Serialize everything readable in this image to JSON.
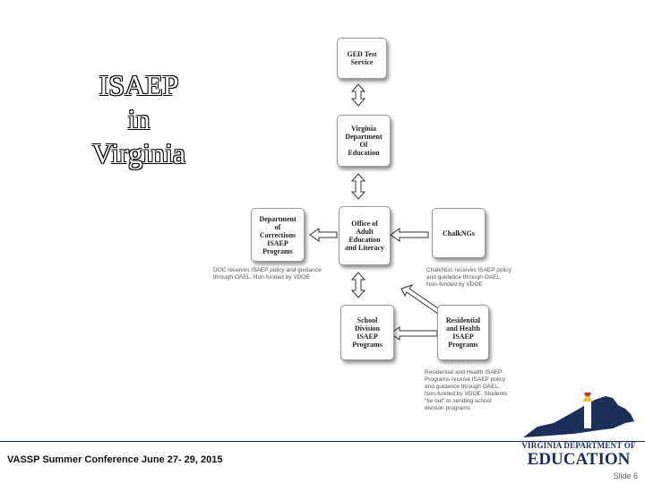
{
  "title": {
    "line1": "ISAEP",
    "line2": "in",
    "line3": "Virginia"
  },
  "boxes": {
    "ged": "GED Test\nService",
    "vdoe": "Virginia\nDepartment\nOf\nEducation",
    "oael": "Office of\nAdult\nEducation\nand Literacy",
    "doc": "Department\nof\nCorrections\nISAEP\nPrograms",
    "chalkngs": "ChalkNGs",
    "school": "School\nDivision\nISAEP\nPrograms",
    "residential": "Residential\nand Health\nISAEP\nPrograms"
  },
  "notes": {
    "doc": "DOC receives ISAEP policy and guidance\nthrough OAEL. Non-funded by VDOE",
    "chalk": "ChalkNGs receives ISAEP policy\nand guidance through OAEL.\nNon-funded by VDOE",
    "residential": "Residential and Health ISAEP\nPrograms receive ISAEP policy\nand guidance through OAEL.\nNon-funded by VDOE. Students\n\"tie out\" to sending school\ndivision programs"
  },
  "footer": {
    "conference": "VASSP Summer Conference June 27- 29, 2015",
    "slide": "Slide 6",
    "logo_top": "VIRGINIA DEPARTMENT OF",
    "logo_bottom": "EDUCATION"
  },
  "colors": {
    "logo_blue": "#1b2f5a",
    "logo_red": "#c0392b"
  }
}
